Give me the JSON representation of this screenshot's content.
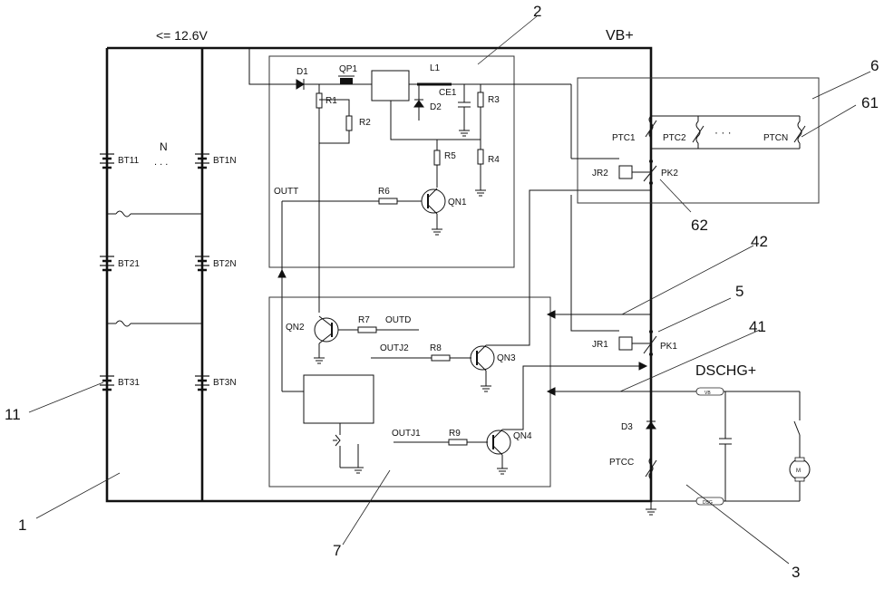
{
  "labels": {
    "voltage": "<= 12.6V",
    "vb": "VB+",
    "n": "N",
    "dschg": "DSCHG+",
    "bt11": "BT11",
    "bt21": "BT21",
    "bt31": "BT31",
    "bt1n": "BT1N",
    "bt2n": "BT2N",
    "bt3n": "BT3N",
    "d1": "D1",
    "qp1": "QP1",
    "l1": "L1",
    "ce1": "CE1",
    "r1": "R1",
    "r2": "R2",
    "r3": "R3",
    "r4": "R4",
    "r5": "R5",
    "r6": "R6",
    "d2": "D2",
    "qn1": "QN1",
    "outt": "OUTT",
    "qn2": "QN2",
    "r7": "R7",
    "outd": "OUTD",
    "outj2": "OUTJ2",
    "r8": "R8",
    "qn3": "QN3",
    "outj1": "OUTJ1",
    "r9": "R9",
    "qn4": "QN4",
    "ptc1": "PTC1",
    "ptc2": "PTC2",
    "dots": "· · ·",
    "ptcn": "PTCN",
    "jr2": "JR2",
    "pk2": "PK2",
    "jr1": "JR1",
    "pk1": "PK1",
    "d3": "D3",
    "ptcc": "PTCC",
    "conn_top": "VB",
    "conn_bottom": "DSG"
  },
  "callouts": {
    "c1": "1",
    "c2": "2",
    "c3": "3",
    "c5": "5",
    "c6": "6",
    "c7": "7",
    "c11": "11",
    "c41": "41",
    "c42": "42",
    "c61": "61",
    "c62": "62"
  }
}
